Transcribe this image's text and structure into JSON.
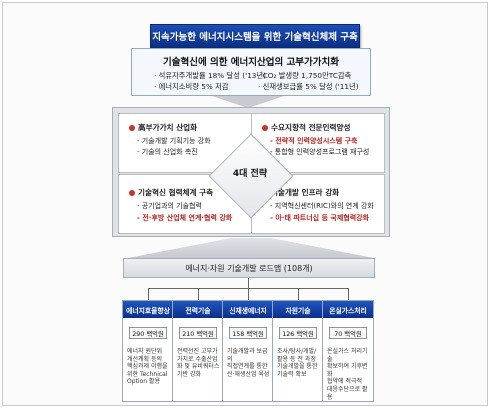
{
  "vision_title": "지속가능한 에너지시스템을 위한 기술혁신체제 구축",
  "goal": {
    "title": "기술혁신에 의한 에너지산업의 고부가가치화",
    "items": [
      "· 석유자주개발률 18% 달성 ('13년)",
      "· CO₂ 발생량 1,750만TC감축",
      "· 에너지소비량 5% 저감",
      "· 신재생보급률 5% 달성 ('11년)"
    ]
  },
  "strategy": {
    "center": "4대 전략",
    "quadrants": [
      {
        "title": "高부가가치 산업화",
        "items": [
          "- 기술개발 기획기능 강화",
          "- 기술의 산업화 촉진"
        ],
        "emphasis": [
          false,
          false
        ]
      },
      {
        "title": "수요지향적 전문인력양성",
        "items": [
          "- 전략적 인력양성시스템 구축",
          "- 통합형 인력양성프로그램 재구성"
        ],
        "emphasis": [
          true,
          false
        ]
      },
      {
        "title": "기술혁신 협력체계 구축",
        "items": [
          "- 공기업과의 기술협력",
          "- 전·후방 산업체 연계·협력 강화"
        ],
        "emphasis": [
          false,
          true
        ]
      },
      {
        "title": "기술개발 인프라 강화",
        "items": [
          "- 지역혁신센터(RIC)와의 연계 강화",
          "- 아·태 파트너십 등 국제협력강화"
        ],
        "emphasis": [
          false,
          true
        ]
      }
    ]
  },
  "roadmap": "에너지·자원 기술개발 로드맵 (108개)",
  "programs": [
    {
      "name": "에너지효율향상",
      "budget": "290 백억원",
      "desc": "에너지 원단위\n개선계획 등의\n핵심과제 이행을\n위한 Technical\nOption 활용"
    },
    {
      "name": "전력기술",
      "budget": "210 백억원",
      "desc": "전력선진 고부가\n가치로 수출산업\n화 및 유비쿼터스\n기반 강화"
    },
    {
      "name": "신재생에너지",
      "budget": "158 백억원",
      "desc": "기술개발과 보급의\n직접연계를 통한\n신·재생산업 육성"
    },
    {
      "name": "자원기술",
      "budget": "126 백억원",
      "desc": "조사/탐사/개발/\n활용 등 전 과정\n기술개발을 통한\n기술력 확보"
    },
    {
      "name": "온실가스처리",
      "budget": "70 백억원",
      "desc": "온실가스 처리기술\n확보하여 기후변화\n협약에 적극적\n대응수단으로 활용"
    }
  ]
}
